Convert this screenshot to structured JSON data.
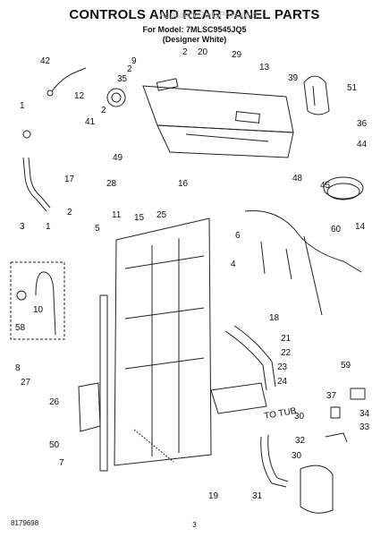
{
  "document": {
    "title": "CONTROLS AND REAR PANEL PARTS",
    "model_line": "For Model: 7MLSC9545JQ5",
    "color_line": "(Designer White)",
    "watermark": "AppliancePartsPros.com",
    "figure_id": "8179698",
    "page_number": "3",
    "note_to_tub": "TO TUB"
  },
  "callouts": [
    {
      "id": "c42",
      "label": "42"
    },
    {
      "id": "c9",
      "label": "9"
    },
    {
      "id": "c2a",
      "label": "2"
    },
    {
      "id": "c20",
      "label": "20"
    },
    {
      "id": "c29",
      "label": "29"
    },
    {
      "id": "c2b",
      "label": "2"
    },
    {
      "id": "c13",
      "label": "13"
    },
    {
      "id": "c35",
      "label": "35"
    },
    {
      "id": "c39",
      "label": "39"
    },
    {
      "id": "c51",
      "label": "51"
    },
    {
      "id": "c12",
      "label": "12"
    },
    {
      "id": "c1a",
      "label": "1"
    },
    {
      "id": "c2c",
      "label": "2"
    },
    {
      "id": "c41",
      "label": "41"
    },
    {
      "id": "c36",
      "label": "36"
    },
    {
      "id": "c44",
      "label": "44"
    },
    {
      "id": "c49",
      "label": "49"
    },
    {
      "id": "c48",
      "label": "48"
    },
    {
      "id": "c17",
      "label": "17"
    },
    {
      "id": "c28",
      "label": "28"
    },
    {
      "id": "c16",
      "label": "16"
    },
    {
      "id": "c45",
      "label": "45"
    },
    {
      "id": "c2d",
      "label": "2"
    },
    {
      "id": "c11",
      "label": "11"
    },
    {
      "id": "c15",
      "label": "15"
    },
    {
      "id": "c25",
      "label": "25"
    },
    {
      "id": "c3",
      "label": "3"
    },
    {
      "id": "c1b",
      "label": "1"
    },
    {
      "id": "c5",
      "label": "5"
    },
    {
      "id": "c14",
      "label": "14"
    },
    {
      "id": "c60",
      "label": "60"
    },
    {
      "id": "c6",
      "label": "6"
    },
    {
      "id": "c4",
      "label": "4"
    },
    {
      "id": "c10",
      "label": "10"
    },
    {
      "id": "c58",
      "label": "58"
    },
    {
      "id": "c18",
      "label": "18"
    },
    {
      "id": "c21",
      "label": "21"
    },
    {
      "id": "c22",
      "label": "22"
    },
    {
      "id": "c59",
      "label": "59"
    },
    {
      "id": "c8",
      "label": "8"
    },
    {
      "id": "c27",
      "label": "27"
    },
    {
      "id": "c23",
      "label": "23"
    },
    {
      "id": "c24",
      "label": "24"
    },
    {
      "id": "c37",
      "label": "37"
    },
    {
      "id": "c26",
      "label": "26"
    },
    {
      "id": "c30a",
      "label": "30"
    },
    {
      "id": "c34",
      "label": "34"
    },
    {
      "id": "c33",
      "label": "33"
    },
    {
      "id": "c50",
      "label": "50"
    },
    {
      "id": "c32",
      "label": "32"
    },
    {
      "id": "c7",
      "label": "7"
    },
    {
      "id": "c30b",
      "label": "30"
    },
    {
      "id": "c19",
      "label": "19"
    },
    {
      "id": "c31",
      "label": "31"
    }
  ]
}
